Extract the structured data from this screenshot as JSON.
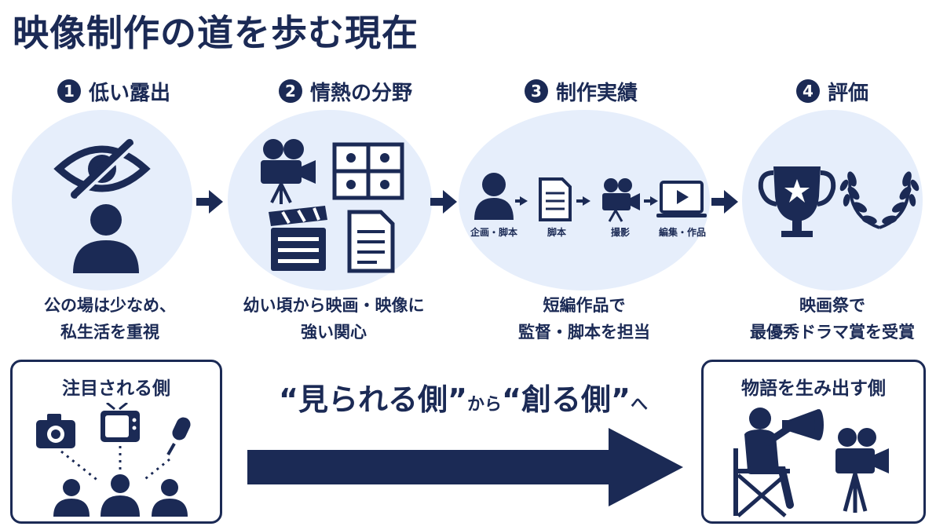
{
  "title": "映像制作の道を歩む現在",
  "colors": {
    "navy": "#1b2a55",
    "circle_bg": "#e6eefb",
    "white": "#ffffff"
  },
  "steps": [
    {
      "number": "1",
      "title": "低い露出",
      "desc_line1": "公の場は少なめ、",
      "desc_line2": "私生活を重視",
      "icons": [
        "eye-slash-icon",
        "person-icon"
      ]
    },
    {
      "number": "2",
      "title": "情熱の分野",
      "desc_line1": "幼い頃から映画・映像に",
      "desc_line2": "強い関心",
      "icons": [
        "film-camera-icon",
        "storyboard-icon",
        "clapperboard-icon",
        "document-icon"
      ]
    },
    {
      "number": "3",
      "title": "制作実績",
      "desc_line1": "短編作品で",
      "desc_line2": "監督・脚本を担当",
      "icons": [
        "person-icon",
        "document-icon",
        "film-camera-icon",
        "monitor-play-icon"
      ],
      "flow": [
        "企画・脚本",
        "脚本",
        "撮影",
        "編集・作品"
      ]
    },
    {
      "number": "4",
      "title": "評価",
      "desc_line1": "映画祭で",
      "desc_line2": "最優秀ドラマ賞を受賞",
      "icons": [
        "trophy-icon",
        "laurel-wreath-icon"
      ]
    }
  ],
  "left_box": {
    "title": "注目される側",
    "icons": [
      "camera-icon",
      "tv-icon",
      "microphone-icon",
      "audience-icon"
    ]
  },
  "right_box": {
    "title": "物語を生み出す側",
    "icons": [
      "director-chair-icon",
      "megaphone-icon",
      "film-camera-icon"
    ]
  },
  "slogan": {
    "part1": "“見られる側”",
    "middle": "から",
    "part2": "“創る側”",
    "end": "へ"
  }
}
